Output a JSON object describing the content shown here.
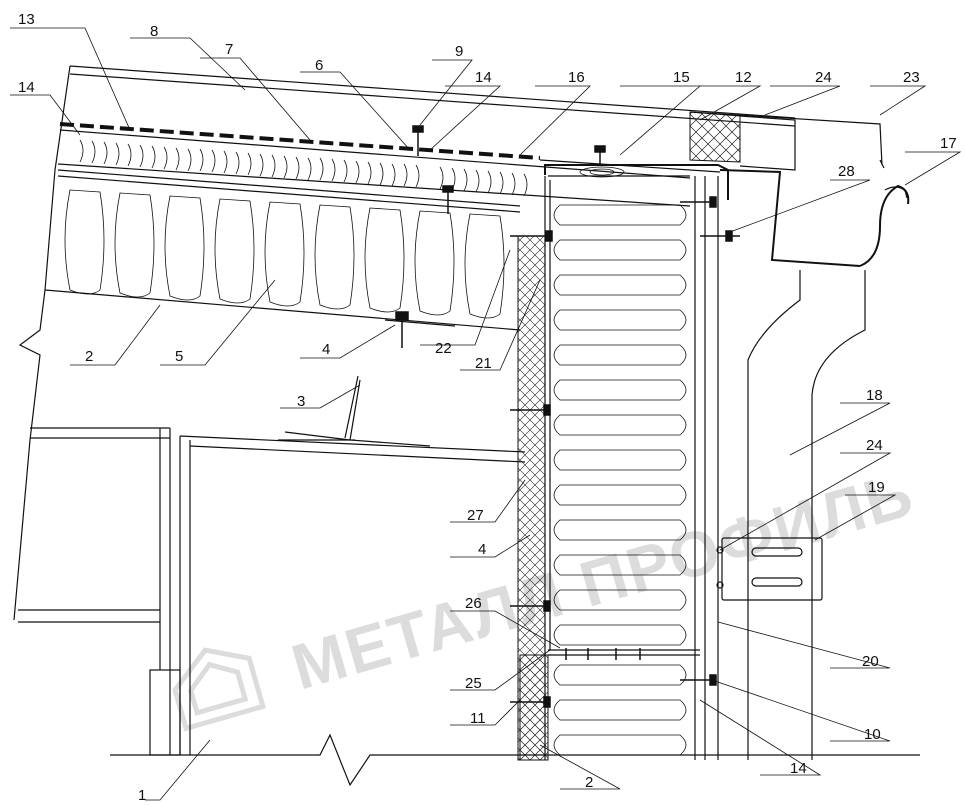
{
  "watermark": "МЕТАЛЛ ПРОФИЛЬ",
  "callouts": [
    "1",
    "2",
    "2",
    "3",
    "4",
    "4",
    "5",
    "6",
    "7",
    "8",
    "9",
    "10",
    "11",
    "12",
    "13",
    "14",
    "14",
    "14",
    "15",
    "16",
    "17",
    "18",
    "19",
    "20",
    "21",
    "22",
    "23",
    "24",
    "24",
    "25",
    "26",
    "27",
    "28"
  ]
}
